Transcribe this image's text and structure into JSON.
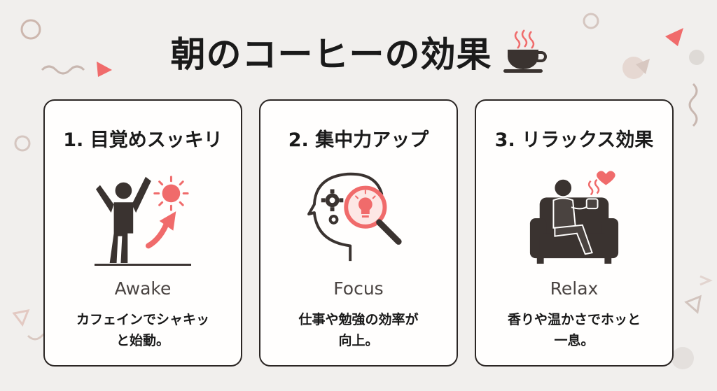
{
  "title": "朝のコーヒーの効果",
  "icons": {
    "title": "coffee-cup-icon"
  },
  "colors": {
    "accent": "#f06b6b",
    "dark": "#3a3330",
    "background": "#f1efed",
    "card": "#fffefd"
  },
  "cards": [
    {
      "heading": "1. 目覚めスッキリ",
      "english": "Awake",
      "description_line1": "カフェインでシャキッ",
      "description_line2": "と始動。",
      "icon": "person-with-sun-icon"
    },
    {
      "heading": "2. 集中力アップ",
      "english": "Focus",
      "description_line1": "仕事や勉強の効率が",
      "description_line2": "向上。",
      "icon": "head-with-magnifier-icon"
    },
    {
      "heading": "3. リラックス効果",
      "english": "Relax",
      "description_line1": "香りや温かさでホッと",
      "description_line2": "一息。",
      "icon": "person-in-armchair-icon"
    }
  ]
}
